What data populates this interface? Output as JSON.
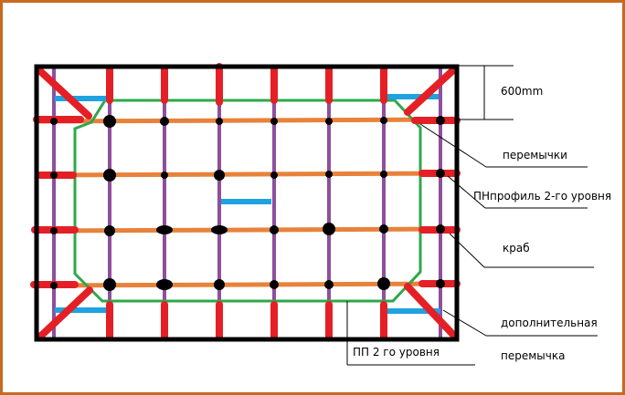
{
  "colors": {
    "frame": "#c86a1e",
    "wall": "#000000",
    "purple": "#8e4f9c",
    "orange": "#e8823a",
    "green": "#2ea84a",
    "red": "#e41f26",
    "blue": "#1fa2e0"
  },
  "labels": {
    "dimension": "600mm",
    "lintels": "перемычки",
    "pn_profile": "ПНпрофиль 2-го уровня",
    "crab": "краб",
    "extra_lintel_1": "дополнительная",
    "extra_lintel_2": "перемычка",
    "pp_profile": "ПП 2 го уровня"
  }
}
